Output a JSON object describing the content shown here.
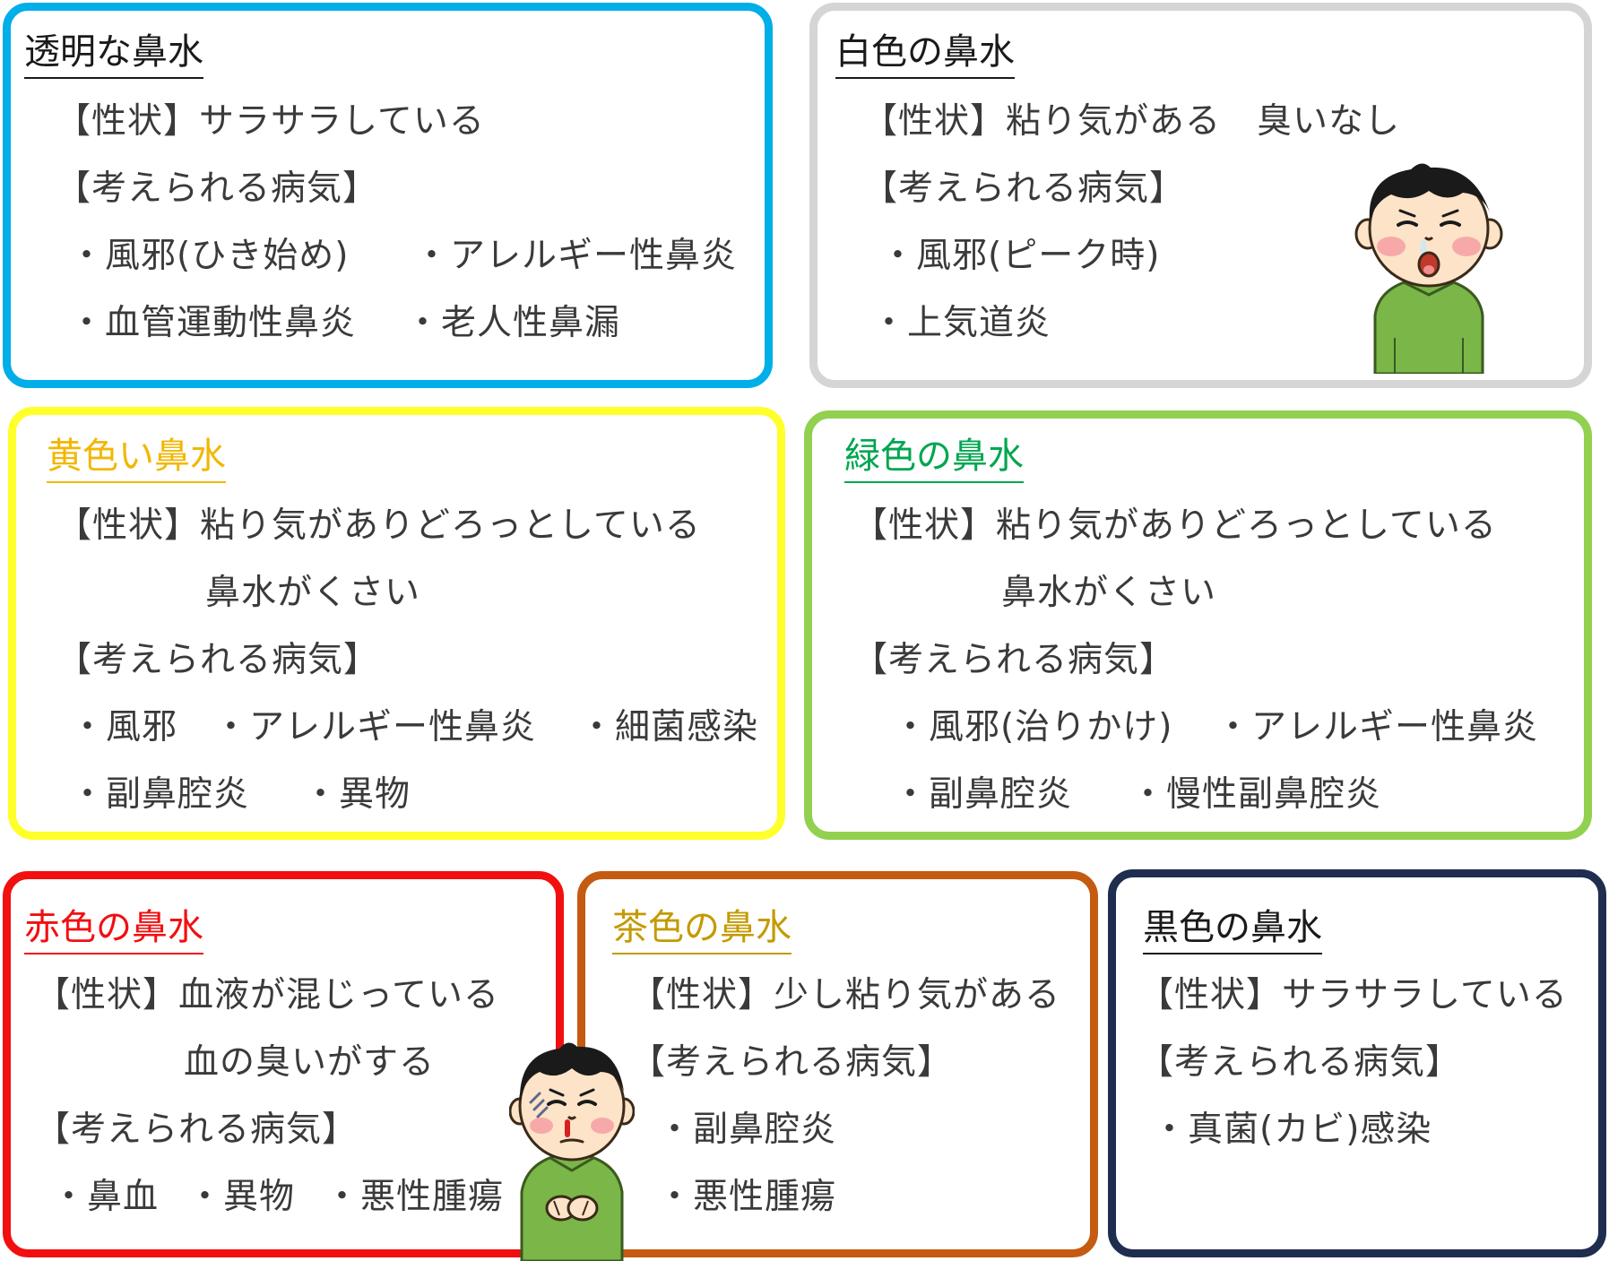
{
  "cards": {
    "clear": {
      "title": "透明な鼻水",
      "title_color": "#1a1a1a",
      "border_color": "#00aee8",
      "l1": "【性状】サラサラしている",
      "l2": "【考えられる病気】",
      "l3a": "・風邪(ひき始め)",
      "l3b": "・アレルギー性鼻炎",
      "l4a": "・血管運動性鼻炎",
      "l4b": "・老人性鼻漏"
    },
    "white": {
      "title": "白色の鼻水",
      "title_color": "#1a1a1a",
      "border_color": "#d5d5d5",
      "l1": "【性状】粘り気がある　臭いなし",
      "l2": "【考えられる病気】",
      "l3": "・風邪(ピーク時)",
      "l4": "・上気道炎"
    },
    "yellow": {
      "title": "黄色い鼻水",
      "title_color": "#f2b705",
      "border_color": "#ffff2a",
      "l1": "【性状】粘り気がありどろっとしている",
      "l1b": "鼻水がくさい",
      "l2": "【考えられる病気】",
      "l3a": "・風邪",
      "l3b": "・アレルギー性鼻炎",
      "l3c": "・細菌感染",
      "l4a": "・副鼻腔炎",
      "l4b": "・異物"
    },
    "green": {
      "title": "緑色の鼻水",
      "title_color": "#00a650",
      "border_color": "#92d050",
      "l1": "【性状】粘り気がありどろっとしている",
      "l1b": "鼻水がくさい",
      "l2": "【考えられる病気】",
      "l3a": "・風邪(治りかけ)",
      "l3b": "・アレルギー性鼻炎",
      "l4a": "・副鼻腔炎",
      "l4b": "・慢性副鼻腔炎"
    },
    "red": {
      "title": "赤色の鼻水",
      "title_color": "#f20f0f",
      "border_color": "#f20f0f",
      "l1": "【性状】血液が混じっている",
      "l1b": "血の臭いがする",
      "l2": "【考えられる病気】",
      "l3a": "・鼻血",
      "l3b": "・異物",
      "l3c": "・悪性腫瘍"
    },
    "brown": {
      "title": "茶色の鼻水",
      "title_color": "#c49a00",
      "border_color": "#c55a11",
      "l1": "【性状】少し粘り気がある",
      "l2": "【考えられる病気】",
      "l3": "・副鼻腔炎",
      "l4": "・悪性腫瘍"
    },
    "black": {
      "title": "黒色の鼻水",
      "title_color": "#1a1a1a",
      "border_color": "#1f2d4f",
      "l1": "【性状】サラサラしている",
      "l2": "【考えられる病気】",
      "l3": "・真菌(カビ)感染"
    }
  },
  "illustrations": {
    "sick_person_runny_nose": "person-runny-nose-icon",
    "sick_person_nosebleed": "person-nosebleed-icon",
    "shirt_color": "#7ab648",
    "hair_color": "#1a1a1a",
    "skin_color": "#fde3c8"
  }
}
